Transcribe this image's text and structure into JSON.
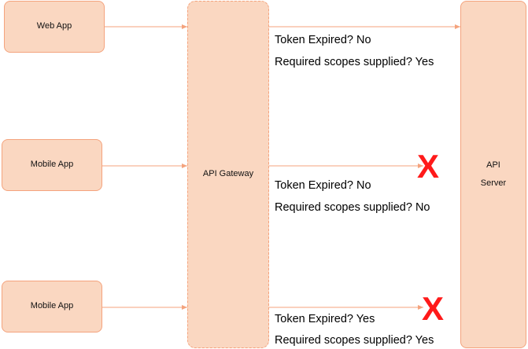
{
  "clients": [
    {
      "label": "Web App"
    },
    {
      "label": "Mobile App"
    },
    {
      "label": "Mobile App"
    }
  ],
  "gateway": {
    "label": "API Gateway"
  },
  "server": {
    "line1": "API",
    "line2": "Server"
  },
  "flows": [
    {
      "token_expired": "Token Expired? No",
      "scopes": "Required scopes supplied? Yes",
      "blocked": false
    },
    {
      "token_expired": "Token Expired? No",
      "scopes": "Required scopes supplied? No",
      "blocked": true,
      "mark": "X"
    },
    {
      "token_expired": "Token Expired? Yes",
      "scopes": "Required scopes supplied? Yes",
      "blocked": true,
      "mark": "X"
    }
  ],
  "colors": {
    "node_fill": "#fad7c1",
    "node_border": "#f4a37d",
    "arrow": "#f4a37d",
    "deny": "#ff1a1a"
  }
}
